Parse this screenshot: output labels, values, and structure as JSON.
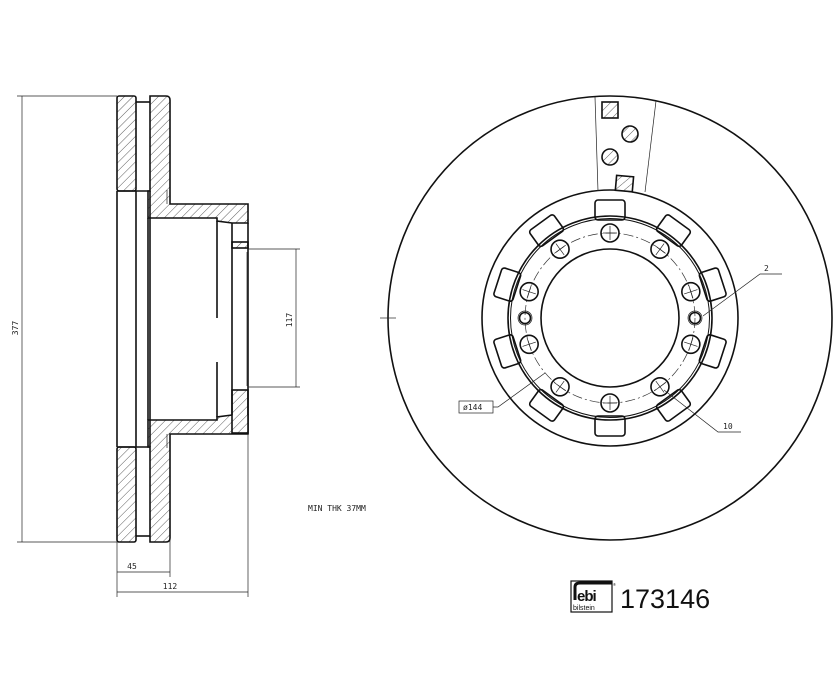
{
  "dimensions": {
    "outer_diameter": "377",
    "center_bore": "117",
    "disc_width": "45",
    "total_height": "112",
    "bolt_circle": "ø144",
    "min_thickness_note": "MIN THK 37MM"
  },
  "callouts": {
    "small_holes_count": "2",
    "bolt_holes_count": "10"
  },
  "logo": {
    "brand_top": "febi",
    "brand_bottom": "bilstein"
  },
  "part_number": "173146",
  "geometry_counts": {
    "bolt_holes": 10,
    "tabs": 10,
    "small_holes": 2
  }
}
